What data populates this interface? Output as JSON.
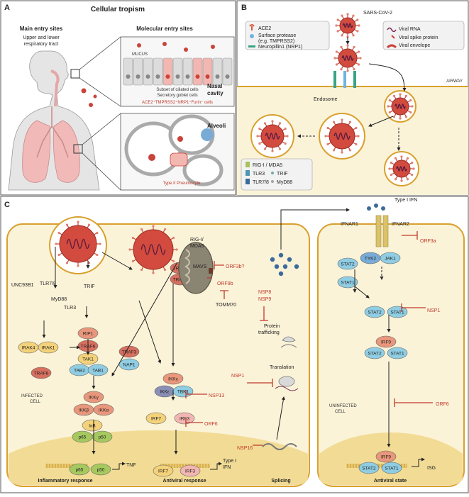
{
  "panelA": {
    "letter": "A",
    "title": "Cellular tropism",
    "main_entry": "Main entry sites",
    "upper_lower": "Upper and lower",
    "resp_tract": "respiratory tract",
    "molecular_entry": "Molecular entry sites",
    "mucus": "MUCUS",
    "nasal": "Nasal",
    "cavity": "cavity",
    "subset1": "Subset of ciliated cells",
    "subset2": "Secretory goblet cells",
    "ace2_cells": "ACE2⁺TMPRSS2⁺NRP1⁺Furin⁺ cells",
    "alveoli": "Alveoli",
    "type2": "Type II Pneumocyte"
  },
  "panelB": {
    "letter": "B",
    "sars": "SARS-CoV-2",
    "ace2": "ACE2",
    "protease1": "Surface protease",
    "protease2": "(e.g. TMPRSS2)",
    "nrp1": "Neuropillin1 (NRP1)",
    "viral_rna": "Viral RNA",
    "spike": "Viral spike protein",
    "envelope": "Viral envelope",
    "airway": "AIRWAY",
    "endosome": "Endosome",
    "rig": "RIG-I / MDA5",
    "tlr3": "TLR3",
    "trif": "TRIF",
    "tlr78": "TLR7/8",
    "myd88": "MyD88"
  },
  "panelC": {
    "letter": "C",
    "type1ifn": "Type I IFN",
    "ifnar1": "IFNAR1",
    "ifnar2": "IFNAR2",
    "tyk2": "TYK2",
    "jak1": "JAK1",
    "orf3a": "ORF3a",
    "stat2": "STAT2",
    "stat1": "STAT1",
    "nsp1": "NSP1",
    "irf9": "IRF9",
    "orf6": "ORF6",
    "uninfected1": "UNINFECTED",
    "uninfected2": "CELL",
    "isg": "ISG",
    "antiviral_state": "Antiviral state",
    "tlr3": "TLR3",
    "unc": "UNC93B1",
    "tlr78": "TLR7/8",
    "trif": "TRIF",
    "myd88": "MyD88",
    "irak4": "IRAK4",
    "irak1": "IRAK1",
    "traf6": "TRAF6",
    "rip1": "RIP1",
    "tak1": "TAK1",
    "tab2": "TAB2",
    "tab1": "TAB1",
    "traf3": "TRAF3",
    "nap1": "NAP1",
    "ikkg": "IKKγ",
    "ikkb": "IKKβ",
    "ikka": "IKKα",
    "ikke": "IKKε",
    "tbk1": "TBK1",
    "ikb": "IκB",
    "p65": "p65",
    "p50": "p50",
    "rig1": "RIG-I/",
    "mda5": "MDA5",
    "mavs": "MAVS",
    "orf3b": "ORF3b?",
    "orf9b": "ORF9b",
    "tomm70": "TOMM70",
    "nsp8": "NSP8",
    "nsp9": "NSP9",
    "protein": "Protein",
    "trafficking": "trafficking",
    "nsp13": "NSP13",
    "irf7": "IRF7",
    "irf3": "IRF3",
    "orf6b": "ORF6",
    "translation": "Translation",
    "nsp16": "NSP16",
    "infected1": "INFECTED",
    "infected2": "CELL",
    "tnf": "TNF",
    "type1": "Type I",
    "ifn": "IFN",
    "inflammatory": "Inflammatory response",
    "antiviral": "Antiviral response",
    "splicing": "Splicing"
  },
  "colors": {
    "cell_fill": "#fbf3d8",
    "cell_border": "#d9a02e",
    "virus": "#c9433a",
    "inhibitor": "#c0392b",
    "stat": "#8fcde3",
    "traf": "#d76f5f",
    "ikk": "#e8977c"
  }
}
